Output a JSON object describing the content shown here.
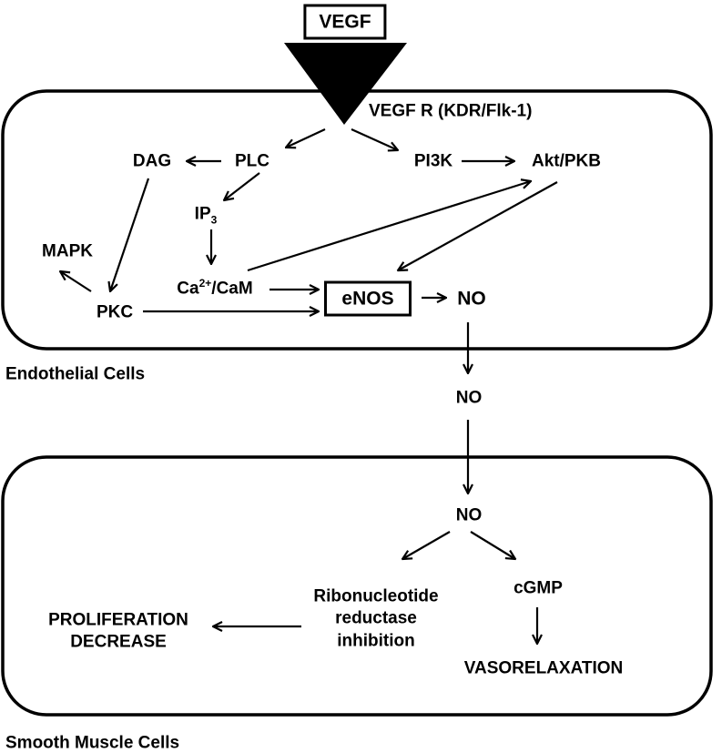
{
  "diagram": {
    "ligand": "VEGF",
    "receptor": "VEGF R (KDR/Flk-1)",
    "endothelial": {
      "region_label": "Endothelial Cells",
      "nodes": {
        "plc": "PLC",
        "dag": "DAG",
        "pi3k": "PI3K",
        "akt": "Akt/PKB",
        "ip3_base": "IP",
        "ip3_sub": "3",
        "mapk": "MAPK",
        "ca_base": "Ca",
        "ca_sup": "2+",
        "ca_rest": "/CaM",
        "pkc": "PKC",
        "enos": "eNOS",
        "no": "NO"
      }
    },
    "extracellular": {
      "no": "NO"
    },
    "smooth_muscle": {
      "region_label": "Smooth Muscle Cells",
      "nodes": {
        "no": "NO",
        "ribo_line1": "Ribonucleotide",
        "ribo_line2": "reductase",
        "ribo_line3": "inhibition",
        "cgmp": "cGMP",
        "prolif_line1": "PROLIFERATION",
        "prolif_line2": "DECREASE",
        "vaso": "VASORELAXATION"
      }
    }
  }
}
